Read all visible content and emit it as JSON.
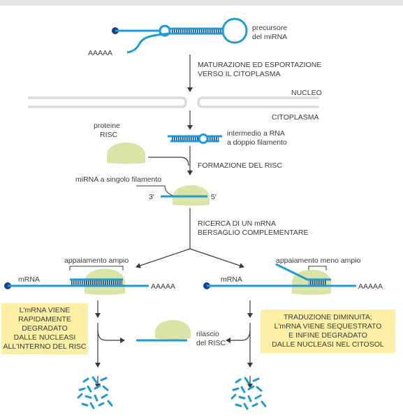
{
  "labels": {
    "precursor": [
      "precursore",
      "del miRNA"
    ],
    "polyA": "AAAAA",
    "maturation": [
      "MATURAZIONE ED ESPORTAZIONE",
      "VERSO IL CITOPLASMA"
    ],
    "nucleus": "NUCLEO",
    "cytoplasm": "CITOPLASMA",
    "risc_proteins": [
      "proteine",
      "RISC"
    ],
    "duplex": [
      "intermedio a RNA",
      "a doppio filamento"
    ],
    "risc_formation": "FORMAZIONE DEL RISC",
    "single_strand": "miRNA a singolo filamento",
    "end3": "3′",
    "end5": "5′",
    "search": [
      "RICERCA DI UN mRNA",
      "BERSAGLIO COMPLEMENTARE"
    ],
    "pairing_wide": "appaiamento ampio",
    "pairing_narrow": "appaiamento meno ampio",
    "mrna": "mRNA",
    "release": [
      "rilascio",
      "del RISC"
    ]
  },
  "boxes": {
    "left": [
      "L'mRNA VIENE",
      "RAPIDAMENTE",
      "DEGRADATO",
      "DALLE NUCLEASI",
      "ALL'INTERNO DEL RISC"
    ],
    "right": [
      "TRADUZIONE DIMINUITA;",
      "L'mRNA VIENE SEQUESTRATO",
      "E INFINE DEGRADATO",
      "DALLE NUCLEASI NEL CITOSOL"
    ]
  },
  "colors": {
    "rna": "#1e9bd7",
    "dark": "#1b3f8b",
    "risc": "#d9e4a6",
    "membrane": "#d9dadb",
    "box": "#fdf0a6",
    "arrow": "#3a3a3a"
  }
}
